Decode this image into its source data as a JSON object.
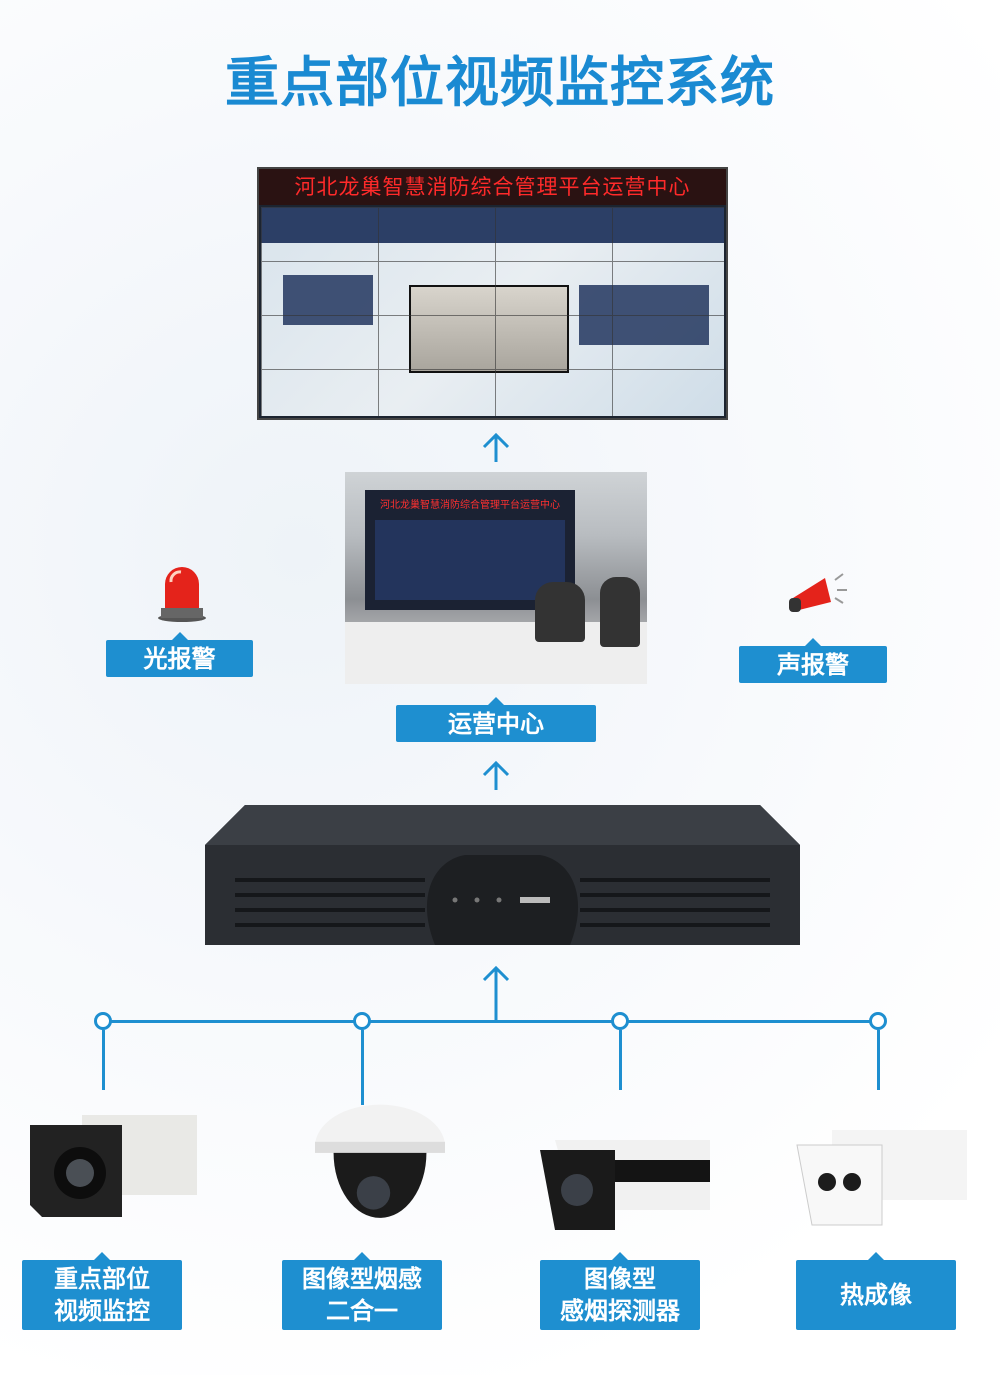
{
  "title": "重点部位视频监控系统",
  "video_wall": {
    "banner": "河北龙巢智慧消防综合管理平台运营中心"
  },
  "ops_center": {
    "banner": "河北龙巢智慧消防综合管理平台运营中心",
    "label": "运营中心"
  },
  "alarms": {
    "light": "光报警",
    "sound": "声报警"
  },
  "devices": [
    {
      "line1": "重点部位",
      "line2": "视频监控"
    },
    {
      "line1": "图像型烟感",
      "line2": "二合一"
    },
    {
      "line1": "图像型",
      "line2": "感烟探测器"
    },
    {
      "line1": "热成像",
      "line2": ""
    }
  ],
  "colors": {
    "accent": "#1e8fd0",
    "title": "#1a8ad2",
    "led": "#ff2a2a"
  }
}
